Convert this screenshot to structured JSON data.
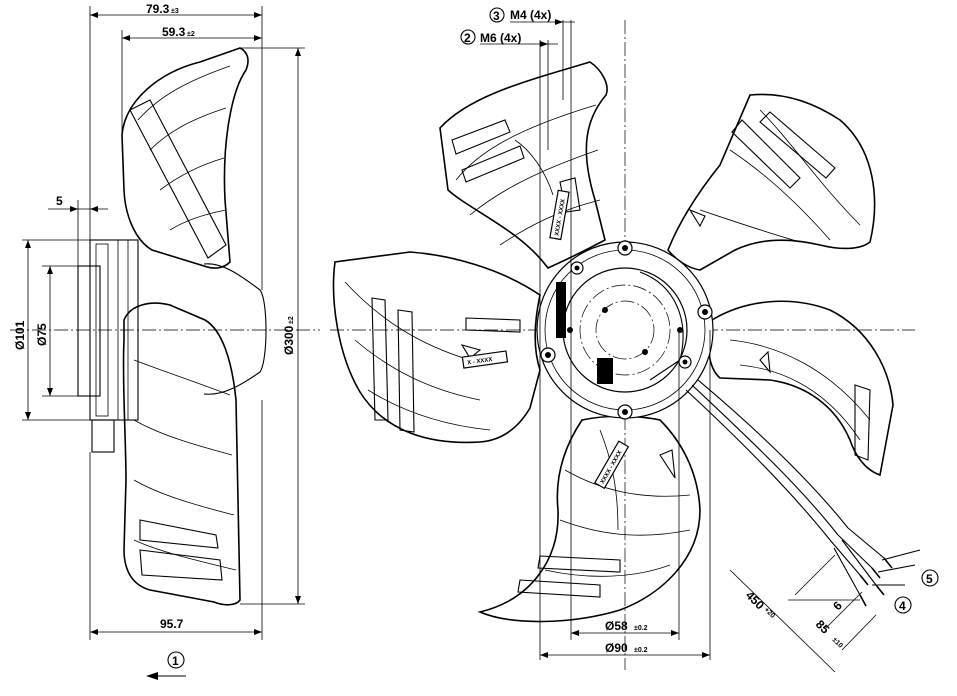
{
  "dimensions": {
    "overall_depth": {
      "value": "79.3",
      "tol": "±3"
    },
    "blade_depth": {
      "value": "59.3",
      "tol": "±2"
    },
    "gap": "5",
    "hub_diameter": "Ø101",
    "shaft_diameter": "Ø75",
    "fan_diameter": {
      "value": "Ø300",
      "tol": "±2"
    },
    "side_width": "95.7",
    "bolt_circle_small": {
      "value": "Ø58",
      "tol": "±0.2"
    },
    "bolt_circle_large": {
      "value": "Ø90",
      "tol": "±0.2"
    },
    "cable_length": {
      "value": "450",
      "tol": "+20"
    },
    "strip_length": "6",
    "lead_length": {
      "value": "85",
      "tol": "±10"
    }
  },
  "callouts": {
    "c1": "1",
    "c2": "2",
    "c2_label": "M6 (4x)",
    "c3": "3",
    "c3_label": "M4 (4x)",
    "c4": "4",
    "c5": "5"
  },
  "blade_marks": {
    "left": "X - XXXX",
    "top": "XXXX - XXXX",
    "bottom": "XXXX - XXXX"
  }
}
